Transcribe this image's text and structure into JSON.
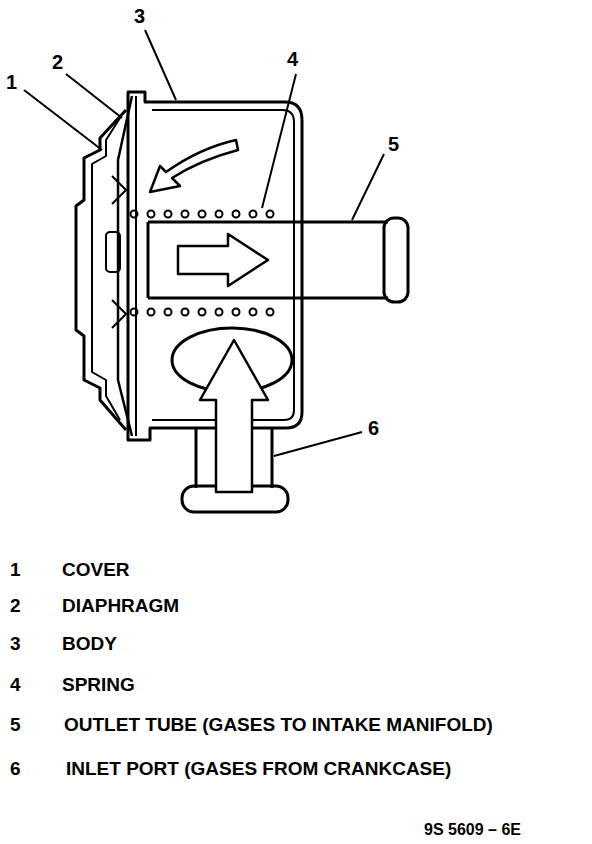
{
  "diagram": {
    "labels": [
      "1",
      "2",
      "3",
      "4",
      "5",
      "6",
      "1",
      "COVER",
      "2",
      "DIAPHRAGM",
      "3",
      "BODY",
      "4",
      "SPRING",
      "5",
      "OUTLET TUBE (GASES TO INTAKE MANIFOLD)",
      "6",
      "INLET PORT (GASES FROM CRANKCASE)",
      "9S 5609 – 6E"
    ]
  }
}
